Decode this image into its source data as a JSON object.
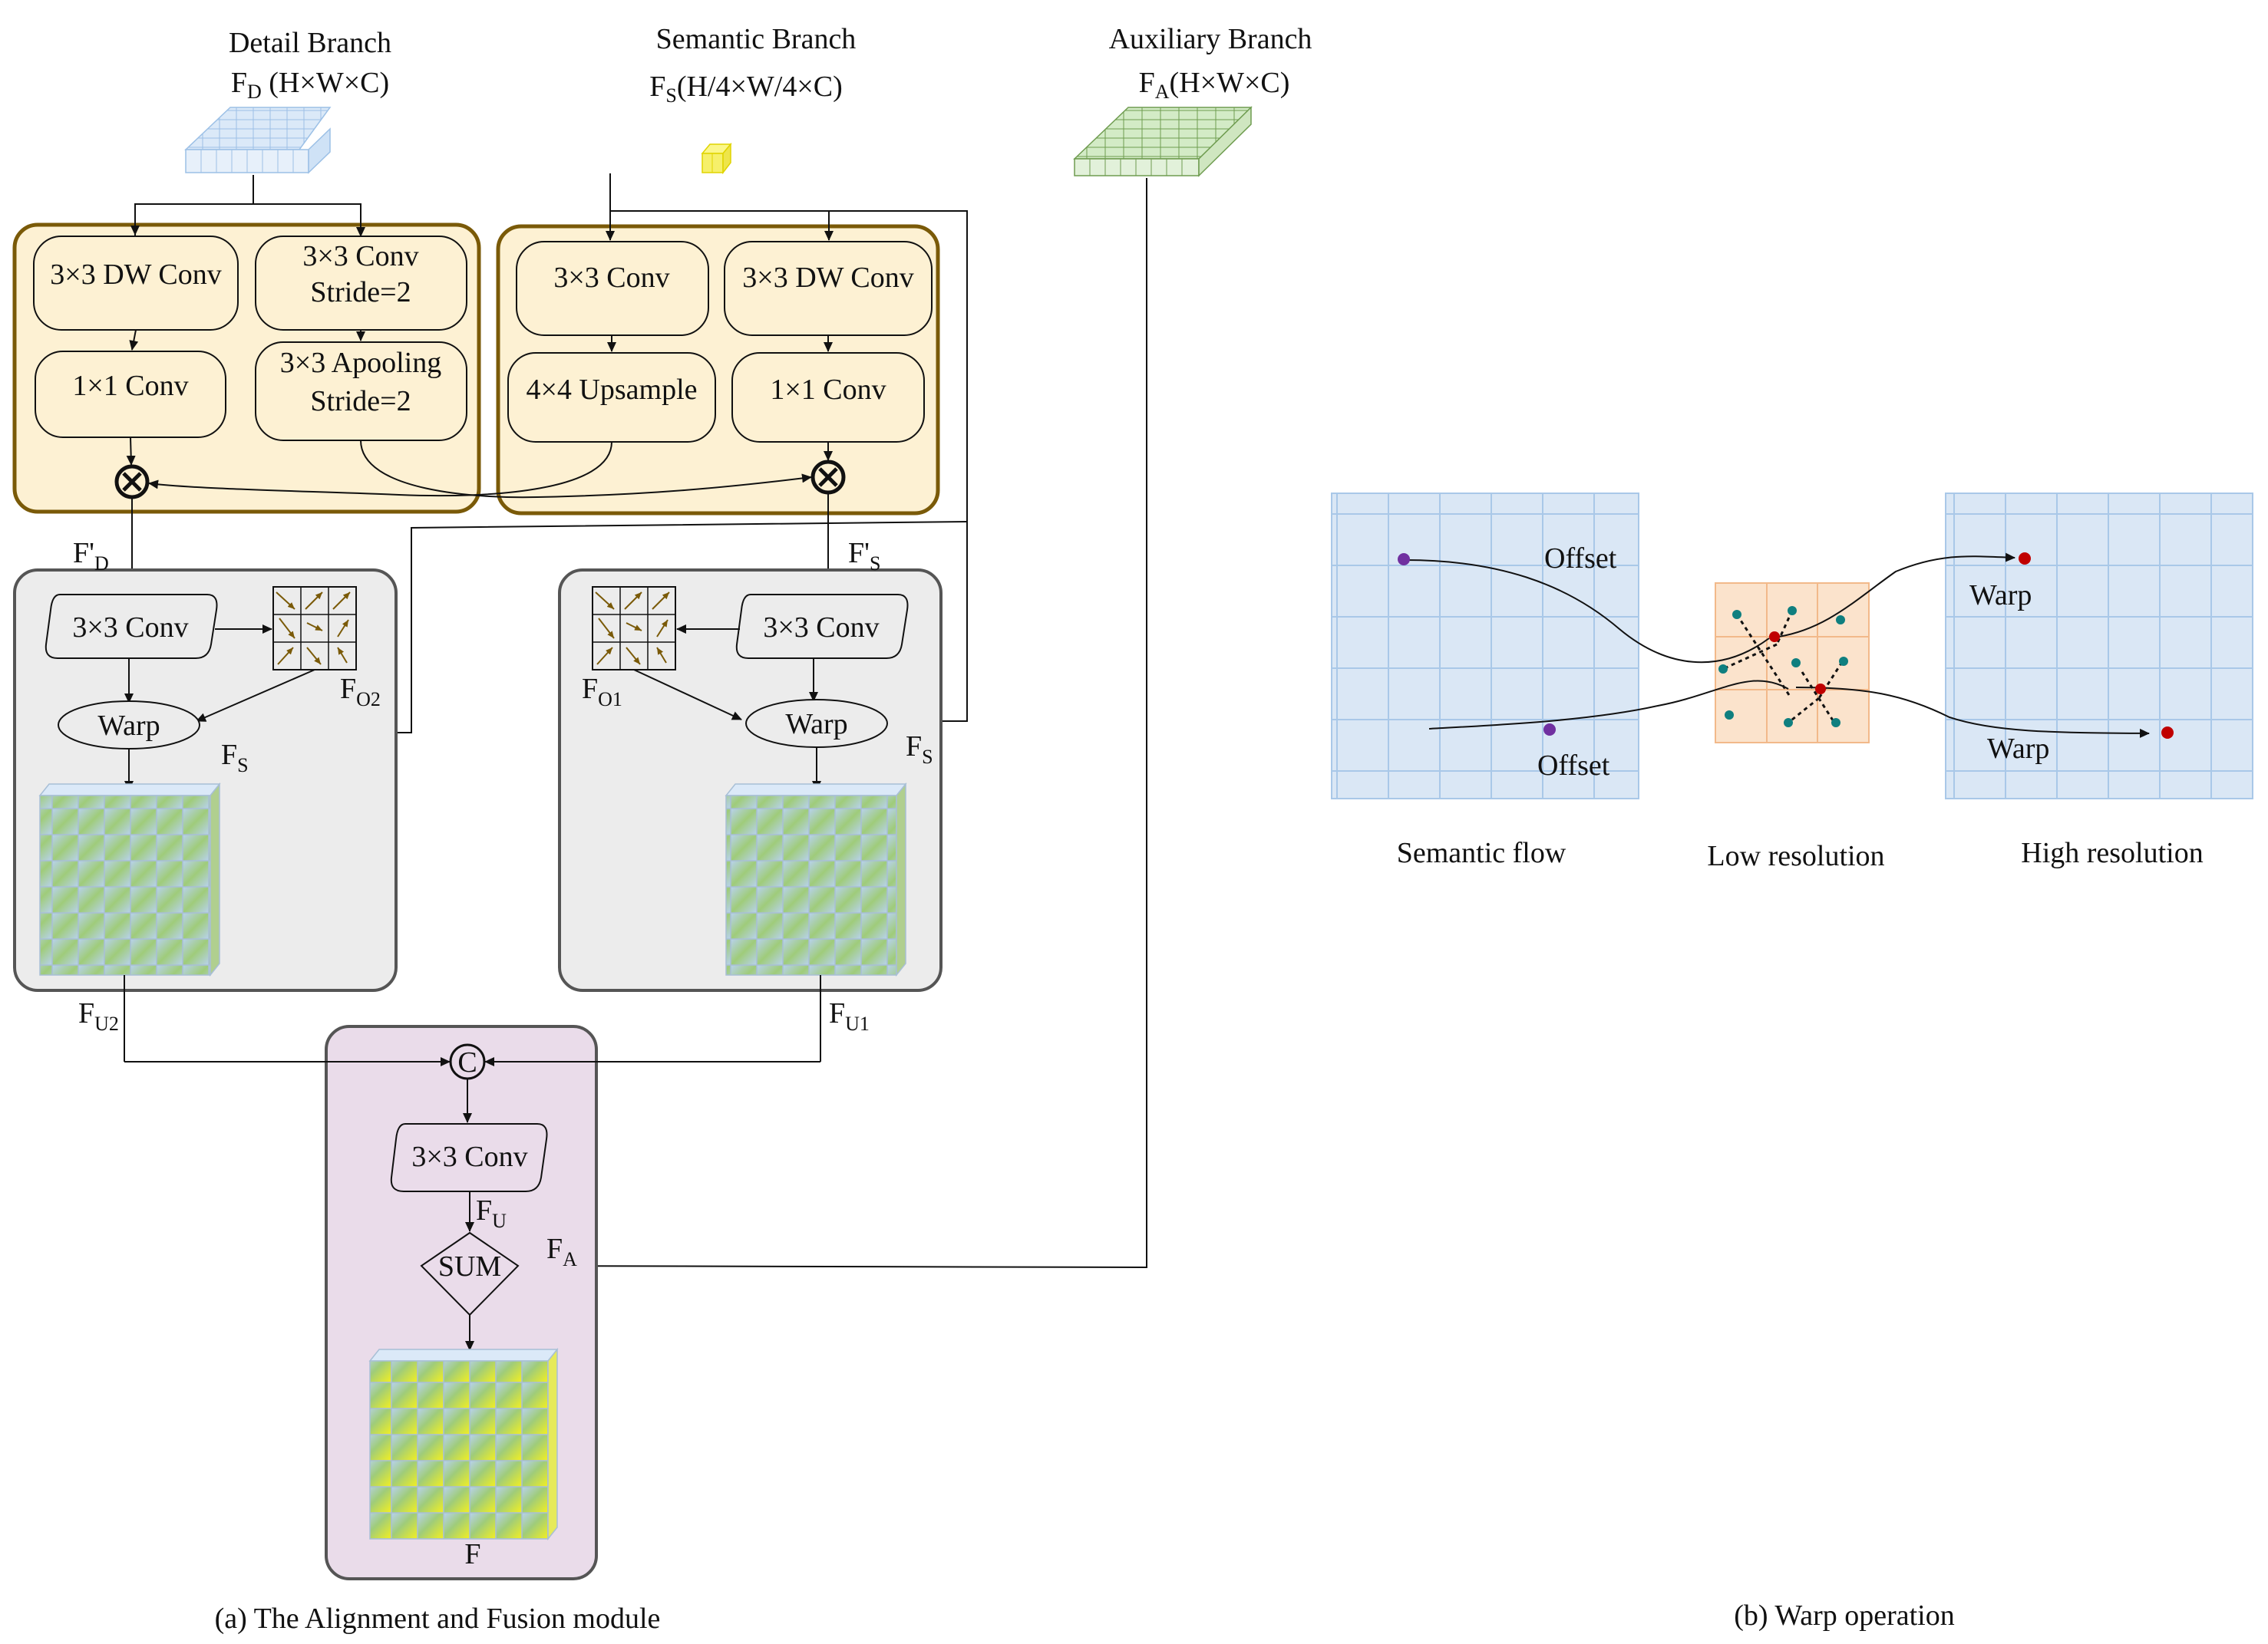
{
  "branches": {
    "detail": {
      "title": "Detail Branch",
      "feature": "F",
      "sub": "D",
      "shape": " (H×W×C)"
    },
    "semantic": {
      "title": "Semantic Branch",
      "feature": "F",
      "sub": "S",
      "shape": "(H/4×W/4×C)"
    },
    "auxiliary": {
      "title": "Auxiliary Branch",
      "feature": "F",
      "sub": "A",
      "shape": "(H×W×C)"
    }
  },
  "detail_block": {
    "dw_conv": "3×3 DW Conv",
    "conv_line1": "3×3 Conv",
    "conv_line2": "Stride=2",
    "pw_conv": "1×1 Conv",
    "apool_line1": "3×3 Apooling",
    "apool_line2": "Stride=2"
  },
  "semantic_block": {
    "conv": "3×3 Conv",
    "dw_conv": "3×3 DW Conv",
    "upsample": "4×4 Upsample",
    "pw_conv": "1×1 Conv"
  },
  "multiply_symbol": "⊗",
  "align_left": {
    "input_label": "F'",
    "input_sub": "D",
    "conv": "3×3 Conv",
    "offset_label": "F",
    "offset_sub": "O2",
    "warp": "Warp",
    "fs_label": "F",
    "fs_sub": "S",
    "output_label": "F",
    "output_sub": "U2"
  },
  "align_right": {
    "input_label": "F'",
    "input_sub": "S",
    "conv": "3×3 Conv",
    "offset_label": "F",
    "offset_sub": "O1",
    "warp": "Warp",
    "fs_label": "F",
    "fs_sub": "S",
    "output_label": "F",
    "output_sub": "U1"
  },
  "fusion": {
    "concat": "C",
    "conv": "3×3 Conv",
    "fu_label": "F",
    "fu_sub": "U",
    "sum": "SUM",
    "fa_label": "F",
    "fa_sub": "A",
    "output": "F"
  },
  "captions": {
    "a": "(a) The Alignment and Fusion module",
    "b": "(b) Warp operation"
  },
  "warp_panel": {
    "offset_top": "Offset",
    "offset_bottom": "Offset",
    "warp_top": "Warp",
    "warp_bottom": "Warp",
    "label_left": "Semantic flow",
    "label_mid": "Low resolution",
    "label_right": "High resolution"
  },
  "colors": {
    "detail_tensor": "#cfe2f6",
    "semantic_tensor": "#f6f06a",
    "aux_tensor": "#cfe6c0",
    "block_yellow": "#fdf1d3",
    "block_border": "#7a5a08",
    "block_gray": "#ececec",
    "block_purple": "#eadcea",
    "grid_blue": "#dae7f5",
    "grid_orange": "#fbe3cc",
    "source_point": "#7030a0",
    "target_point": "#c00000",
    "sample_point": "#0f7f7f",
    "offset_arrow": "#7a5a08"
  }
}
